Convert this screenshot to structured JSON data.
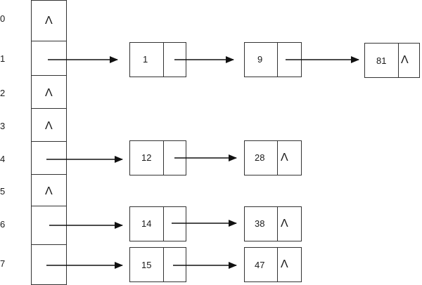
{
  "table": {
    "indices": [
      "0",
      "1",
      "2",
      "3",
      "4",
      "5",
      "6",
      "7"
    ],
    "slots": [
      {
        "null": true,
        "symbol": "Λ"
      },
      {
        "null": false
      },
      {
        "null": true,
        "symbol": "Λ"
      },
      {
        "null": true,
        "symbol": "Λ"
      },
      {
        "null": false
      },
      {
        "null": true,
        "symbol": "Λ"
      },
      {
        "null": false
      },
      {
        "null": false
      }
    ]
  },
  "chains": [
    {
      "slot": "1",
      "nodes": [
        {
          "value": "1"
        },
        {
          "value": "9"
        },
        {
          "value": "81",
          "null_symbol": "Λ"
        }
      ]
    },
    {
      "slot": "4",
      "nodes": [
        {
          "value": "12"
        },
        {
          "value": "28",
          "null_symbol": "Λ"
        }
      ]
    },
    {
      "slot": "6",
      "nodes": [
        {
          "value": "14"
        },
        {
          "value": "38",
          "null_symbol": "Λ"
        }
      ]
    },
    {
      "slot": "7",
      "nodes": [
        {
          "value": "15"
        },
        {
          "value": "47",
          "null_symbol": "Λ"
        }
      ]
    }
  ]
}
